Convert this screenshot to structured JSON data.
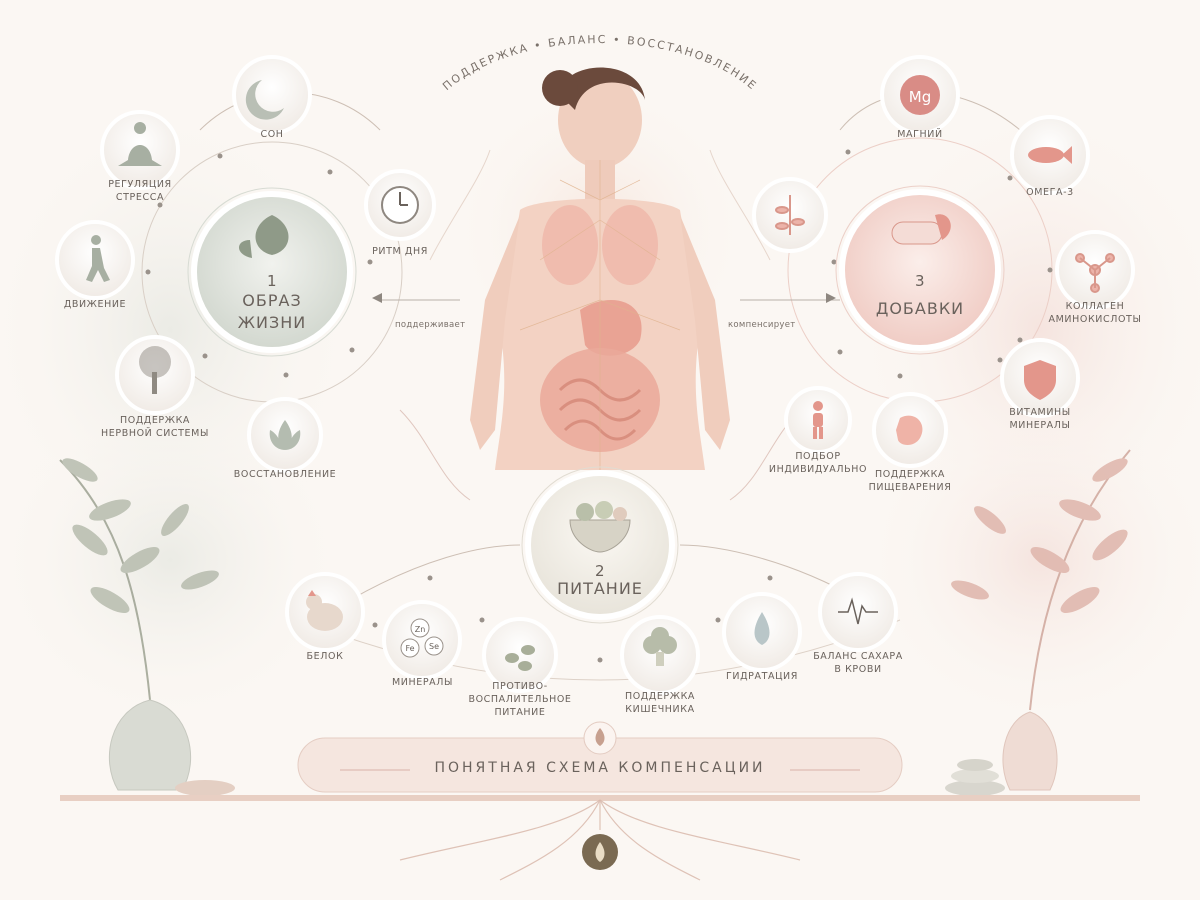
{
  "header": {
    "arc_title": "ПОДДЕРЖКА • БАЛАНС • ВОССТАНОВЛЕНИЕ"
  },
  "hubs": {
    "lifestyle": {
      "number": "1",
      "title_line1": "ОБРАЗ",
      "title_line2": "ЖИЗНИ",
      "icon": "leaf-icon"
    },
    "nutrition": {
      "number": "2",
      "title": "ПИТАНИЕ",
      "icon": "bowl-icon"
    },
    "supplements": {
      "number": "3",
      "title": "ДОБАВКИ",
      "icon": "capsule-icon"
    }
  },
  "connectors": {
    "supports": "поддерживает",
    "compensates": "компенсирует"
  },
  "lifestyle_nodes": {
    "sleep": "СОН",
    "stress": "РЕГУЛЯЦИЯ СТРЕССА",
    "rhythm": "РИТМ ДНЯ",
    "movement": "ДВИЖЕНИЕ",
    "nervous": "ПОДДЕРЖКА НЕРВНОЙ СИСТЕМЫ",
    "recovery": "ВОССТАНОВЛЕНИЕ"
  },
  "supplement_nodes": {
    "magnesium": "МАГНИЙ",
    "magnesium_symbol": "Mg",
    "omega": "ОМЕГА-3",
    "collagen": "КОЛЛАГЕН АМИНОКИСЛОТЫ",
    "vitamins": "ВИТАМИНЫ МИНЕРАЛЫ",
    "individual": "ПОДБОР ИНДИВИДУАЛЬНО",
    "digestion": "ПОДДЕРЖКА ПИЩЕВАРЕНИЯ"
  },
  "nutrition_nodes": {
    "protein": "БЕЛОК",
    "minerals": "МИНЕРАЛЫ",
    "mineral_symbols": [
      "Zn",
      "Fe",
      "Se"
    ],
    "antiinflam": "ПРОТИВО-ВОСПАЛИТЕЛЬНОЕ ПИТАНИЕ",
    "gut": "ПОДДЕРЖКА КИШЕЧНИКА",
    "hydration": "ГИДРАТАЦИЯ",
    "sugar": "БАЛАНС САХАРА В КРОВИ"
  },
  "footer": {
    "banner": "ПОНЯТНАЯ СХЕМА КОМПЕНСАЦИИ"
  },
  "colors": {
    "sage": "#9fa99a",
    "rose": "#e7b3ab",
    "beige": "#e9ddd2",
    "text": "#6a625c",
    "dot": "#9a928b"
  }
}
